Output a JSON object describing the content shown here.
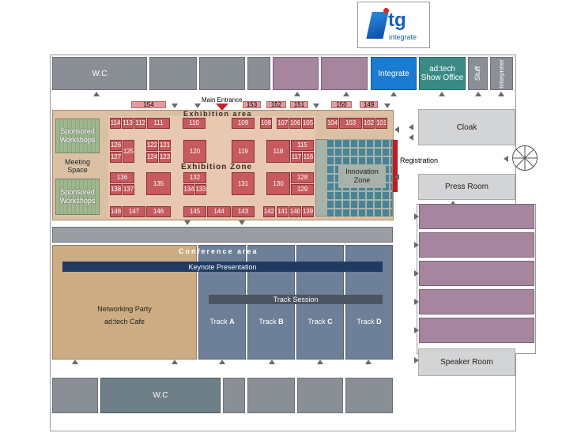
{
  "logo": {
    "brand": "tg",
    "subtitle": "integrate"
  },
  "top_rooms": {
    "wc": "W.C",
    "integrate": "Integrate",
    "show_office": "ad:tech\nShow Office",
    "stuff": "Stuff",
    "interpreter": "Interpreter"
  },
  "main_entrance": "Main Entrance",
  "pink_booths": [
    "154",
    "153",
    "152",
    "151",
    "150",
    "149"
  ],
  "exhibition": {
    "area_label": "Exhibition area",
    "zone_label": "Exhibition Zone",
    "sponsored_workshops": "Sponsored\nWorkshops",
    "meeting_space": "Meeting\nSpace",
    "innovation_zone": "Innovation\nZone",
    "booths": {
      "b114": "114",
      "b113": "113",
      "b112": "112",
      "b111": "111",
      "b110": "110",
      "b109": "109",
      "b108": "108",
      "b107": "107",
      "b106": "106",
      "b105": "105",
      "b104": "104",
      "b103": "103",
      "b102": "102",
      "b101": "101",
      "b126": "126",
      "b127": "127",
      "b125": "125",
      "b122": "122",
      "b121": "121",
      "b124": "124",
      "b123": "123",
      "b120": "120",
      "b119": "119",
      "b118": "118",
      "b115": "115",
      "b117": "117",
      "b116": "116",
      "b136": "136",
      "b138": "138",
      "b137": "137",
      "b135": "135",
      "b132": "132",
      "b134": "134",
      "b133": "133",
      "b131": "131",
      "b130": "130",
      "b128": "128",
      "b129": "129",
      "b148": "148",
      "b147": "147",
      "b146": "146",
      "b145": "145",
      "b144": "144",
      "b143": "143",
      "b142": "142",
      "b141": "141",
      "b140": "140",
      "b139": "139"
    }
  },
  "right_rooms": {
    "cloak": "Cloak",
    "registration": "Registration",
    "press_room": "Press Room",
    "speaker_room": "Speaker Room"
  },
  "conference": {
    "area_label": "Conference area",
    "keynote": "Keynote Presentation",
    "track_session": "Track Session",
    "networking": "Networking Party",
    "cafe": "ad:tech Cafe",
    "tracks": [
      {
        "prefix": "Track",
        "letter": "A"
      },
      {
        "prefix": "Track",
        "letter": "B"
      },
      {
        "prefix": "Track",
        "letter": "C"
      },
      {
        "prefix": "Track",
        "letter": "D"
      }
    ]
  },
  "bottom_rooms": {
    "wc": "W.C"
  },
  "colors": {
    "booth": "#c65a5e",
    "purple_room": "#a5869e",
    "integrate_blue": "#1a7bd0",
    "conference_blue": "#6e7f98",
    "keynote_navy": "#1f3a63"
  }
}
